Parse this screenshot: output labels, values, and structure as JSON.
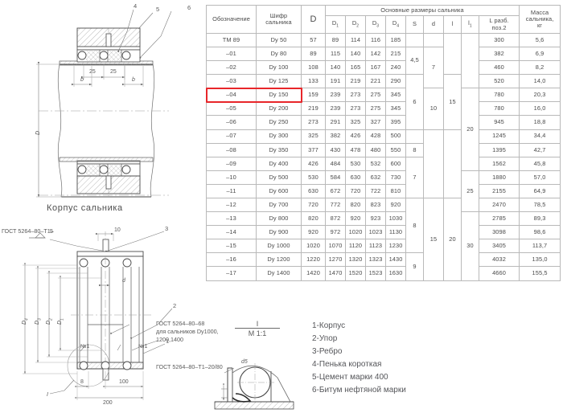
{
  "table": {
    "headers": {
      "designation": "Обозначение",
      "code": "Шифр\nсальника",
      "d_main": "D",
      "group_main": "Основные размеры сальника",
      "d1": "D",
      "d1sub": "1",
      "d2": "D",
      "d2sub": "2",
      "d3": "D",
      "d3sub": "3",
      "d4": "D",
      "d4sub": "4",
      "s": "S",
      "d_small": "d",
      "l": "l",
      "l1": "l",
      "l1sub": "1",
      "L": "L разб.\nпоз.2",
      "mass": "Масса\nсальника,\nкг"
    },
    "rows": [
      {
        "desig": "ТМ 89",
        "code": "Dy 50",
        "D": "57",
        "D1": "89",
        "D2": "114",
        "D3": "116",
        "D4": "185",
        "L": "300",
        "mass": "5,6"
      },
      {
        "desig": "–01",
        "code": "Dy 80",
        "D": "89",
        "D1": "115",
        "D2": "140",
        "D3": "142",
        "D4": "215",
        "L": "382",
        "mass": "6,9"
      },
      {
        "desig": "–02",
        "code": "Dy 100",
        "D": "108",
        "D1": "140",
        "D2": "165",
        "D3": "167",
        "D4": "240",
        "L": "460",
        "mass": "8,2"
      },
      {
        "desig": "–03",
        "code": "Dy 125",
        "D": "133",
        "D1": "191",
        "D2": "219",
        "D3": "221",
        "D4": "290",
        "L": "520",
        "mass": "14,0"
      },
      {
        "desig": "–04",
        "code": "Dy 150",
        "D": "159",
        "D1": "239",
        "D2": "273",
        "D3": "275",
        "D4": "345",
        "L": "780",
        "mass": "20,3",
        "highlighted": true
      },
      {
        "desig": "–05",
        "code": "Dy 200",
        "D": "219",
        "D1": "239",
        "D2": "273",
        "D3": "275",
        "D4": "345",
        "L": "780",
        "mass": "16,0"
      },
      {
        "desig": "–06",
        "code": "Dy 250",
        "D": "273",
        "D1": "291",
        "D2": "325",
        "D3": "327",
        "D4": "395",
        "L": "945",
        "mass": "18,8"
      },
      {
        "desig": "–07",
        "code": "Dy 300",
        "D": "325",
        "D1": "382",
        "D2": "426",
        "D3": "428",
        "D4": "500",
        "L": "1245",
        "mass": "34,4"
      },
      {
        "desig": "–08",
        "code": "Dy 350",
        "D": "377",
        "D1": "430",
        "D2": "478",
        "D3": "480",
        "D4": "550",
        "L": "1395",
        "mass": "42,7"
      },
      {
        "desig": "–09",
        "code": "Dy 400",
        "D": "426",
        "D1": "484",
        "D2": "530",
        "D3": "532",
        "D4": "600",
        "L": "1562",
        "mass": "45,8"
      },
      {
        "desig": "–10",
        "code": "Dy 500",
        "D": "530",
        "D1": "584",
        "D2": "630",
        "D3": "632",
        "D4": "730",
        "L": "1880",
        "mass": "57,0"
      },
      {
        "desig": "–11",
        "code": "Dy 600",
        "D": "630",
        "D1": "672",
        "D2": "720",
        "D3": "722",
        "D4": "810",
        "L": "2155",
        "mass": "64,9"
      },
      {
        "desig": "–12",
        "code": "Dy 700",
        "D": "720",
        "D1": "772",
        "D2": "820",
        "D3": "823",
        "D4": "920",
        "L": "2470",
        "mass": "78,5"
      },
      {
        "desig": "–13",
        "code": "Dy 800",
        "D": "820",
        "D1": "872",
        "D2": "920",
        "D3": "923",
        "D4": "1030",
        "L": "2785",
        "mass": "89,3"
      },
      {
        "desig": "–14",
        "code": "Dy 900",
        "D": "920",
        "D1": "972",
        "D2": "1020",
        "D3": "1023",
        "D4": "1130",
        "L": "3098",
        "mass": "98,6"
      },
      {
        "desig": "–15",
        "code": "Dy 1000",
        "D": "1020",
        "D1": "1070",
        "D2": "1120",
        "D3": "1123",
        "D4": "1230",
        "L": "3405",
        "mass": "113,7"
      },
      {
        "desig": "–16",
        "code": "Dy 1200",
        "D": "1220",
        "D1": "1270",
        "D2": "1320",
        "D3": "1323",
        "D4": "1430",
        "L": "4032",
        "mass": "135,0"
      },
      {
        "desig": "–17",
        "code": "Dy 1400",
        "D": "1420",
        "D1": "1470",
        "D2": "1520",
        "D3": "1523",
        "D4": "1630",
        "L": "4660",
        "mass": "155,5"
      }
    ],
    "merged": {
      "S": [
        {
          "start": 0,
          "span": 1,
          "value": ""
        },
        {
          "start": 1,
          "span": 2,
          "value": "4,5"
        },
        {
          "start": 3,
          "span": 4,
          "value": "6"
        },
        {
          "start": 7,
          "span": 1,
          "value": ""
        },
        {
          "start": 8,
          "span": 1,
          "value": "8"
        },
        {
          "start": 9,
          "span": 3,
          "value": "7"
        },
        {
          "start": 12,
          "span": 4,
          "value": "8"
        },
        {
          "start": 16,
          "span": 2,
          "value": "9"
        }
      ],
      "d": [
        {
          "start": 0,
          "span": 1,
          "value": ""
        },
        {
          "start": 1,
          "span": 3,
          "value": "7"
        },
        {
          "start": 4,
          "span": 3,
          "value": "10"
        },
        {
          "start": 7,
          "span": 5,
          "value": ""
        },
        {
          "start": 12,
          "span": 6,
          "value": "15"
        }
      ],
      "l": [
        {
          "start": 0,
          "span": 3,
          "value": ""
        },
        {
          "start": 3,
          "span": 4,
          "value": "15"
        },
        {
          "start": 7,
          "span": 5,
          "value": ""
        },
        {
          "start": 12,
          "span": 6,
          "value": "20"
        }
      ],
      "l1": [
        {
          "start": 0,
          "span": 4,
          "value": ""
        },
        {
          "start": 4,
          "span": 6,
          "value": "20"
        },
        {
          "start": 10,
          "span": 3,
          "value": "25"
        },
        {
          "start": 13,
          "span": 5,
          "value": "30"
        }
      ]
    },
    "highlight_color": "#e8262a"
  },
  "legend": {
    "items": [
      {
        "num": "1-",
        "label": "Корпус"
      },
      {
        "num": "2-",
        "label": "Упор"
      },
      {
        "num": "3-",
        "label": "Ребро"
      },
      {
        "num": "4-",
        "label": "Пенька короткая"
      },
      {
        "num": "5-",
        "label": "Цемент марки 400"
      },
      {
        "num": "6-",
        "label": "Битум нефтяной марки"
      }
    ]
  },
  "drawing": {
    "caption_top": "Корпус сальника",
    "leaders_top": [
      "4",
      "5",
      "6"
    ],
    "leaders_bottom": [
      "3",
      "2",
      "1"
    ],
    "dims_top": [
      "25",
      "25"
    ],
    "dims_top_b": [
      "b",
      "b"
    ],
    "dim_D": "D",
    "dims_left": [
      "D",
      "D",
      "D",
      "D"
    ],
    "dims_left_sub": [
      "4",
      "3",
      "2",
      "1"
    ],
    "dim_d_small": "d",
    "dim_10": "10",
    "dim_8": "8",
    "dim_100": "100",
    "dim_200": "200",
    "dim_I": "I",
    "marks": [
      "№1",
      "№1"
    ],
    "gost_1": "ГОСТ 5264–80–Т1–",
    "gost_1_suffix": "5",
    "gost_2_l1": "ГОСТ 5264–80–68",
    "gost_2_l2": "для сальников Dy1000,",
    "gost_2_l3": "1200,1400",
    "gost_3": "ГОСТ 5264–80–Т1–20/80",
    "detail_label": "I",
    "detail_scale": "M 1:1",
    "detail_mark": "d5"
  }
}
